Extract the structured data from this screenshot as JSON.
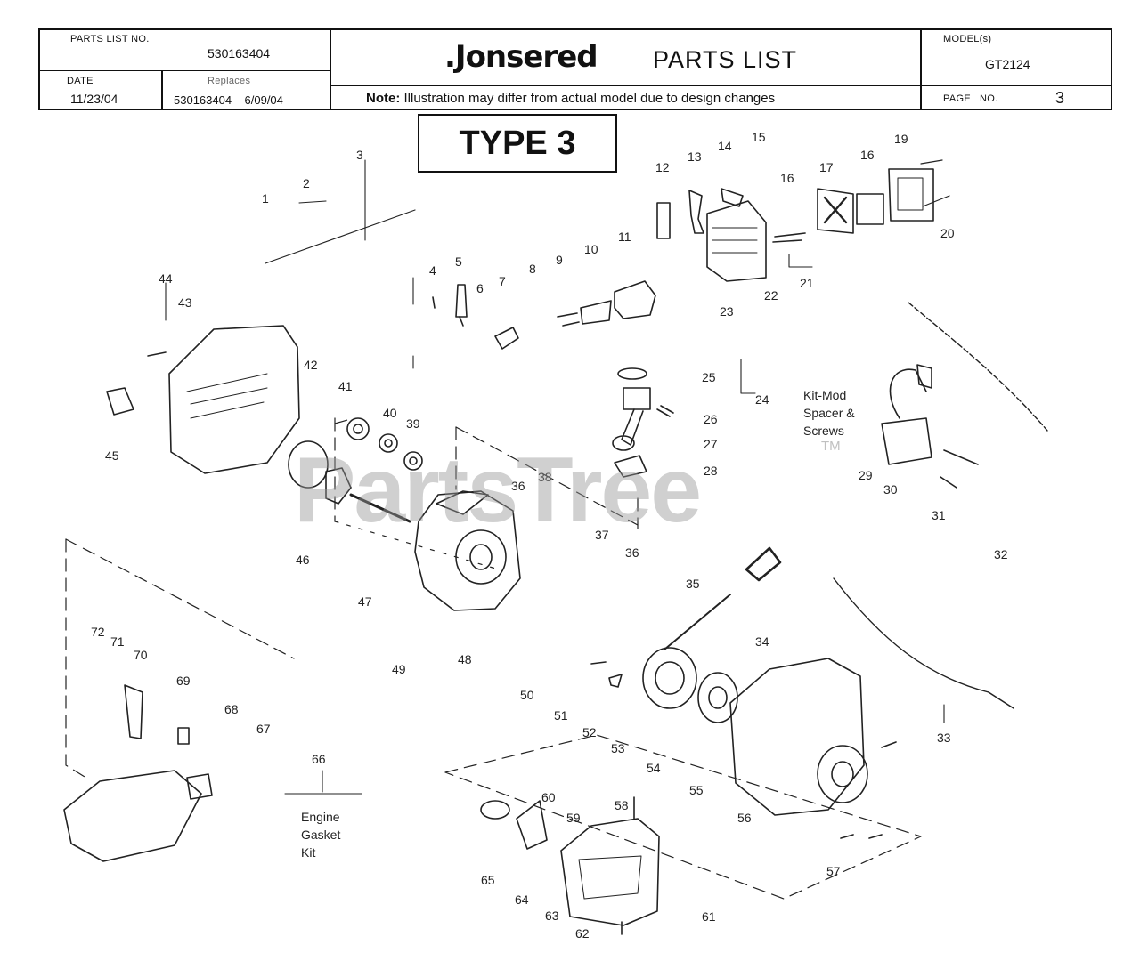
{
  "header": {
    "parts_list_no_label": "PARTS LIST NO.",
    "parts_list_no": "530163404",
    "date_label": "DATE",
    "date": "11/23/04",
    "replaces_label": "Replaces",
    "replaces": "530163404    6/09/04",
    "brand": ".Jonsered",
    "title": "PARTS LIST",
    "note_prefix": "Note:",
    "note": "Illustration may differ from actual model due to design changes",
    "model_label": "MODEL(s)",
    "model": "GT2124",
    "page_label": "PAGE   NO.",
    "page": "3"
  },
  "type_label": "TYPE 3",
  "watermark": "PartsTree",
  "trademark": "TM",
  "labels": {
    "kit_mod": [
      "Kit-Mod",
      "Spacer &",
      "Screws"
    ],
    "engine_gasket": [
      "Engine",
      "Gasket",
      "Kit"
    ]
  },
  "callouts": [
    "1",
    "2",
    "3",
    "4",
    "5",
    "6",
    "7",
    "8",
    "9",
    "10",
    "11",
    "12",
    "13",
    "14",
    "15",
    "16",
    "16",
    "17",
    "19",
    "20",
    "21",
    "22",
    "23",
    "24",
    "25",
    "26",
    "27",
    "28",
    "29",
    "30",
    "31",
    "32",
    "33",
    "34",
    "35",
    "36",
    "36",
    "37",
    "38",
    "39",
    "40",
    "41",
    "42",
    "43",
    "44",
    "45",
    "46",
    "47",
    "48",
    "49",
    "50",
    "51",
    "52",
    "53",
    "54",
    "55",
    "56",
    "57",
    "58",
    "59",
    "60",
    "61",
    "62",
    "63",
    "64",
    "65",
    "66",
    "67",
    "68",
    "69",
    "70",
    "71",
    "72"
  ],
  "colors": {
    "ink": "#111111",
    "watermark": "#969696"
  }
}
